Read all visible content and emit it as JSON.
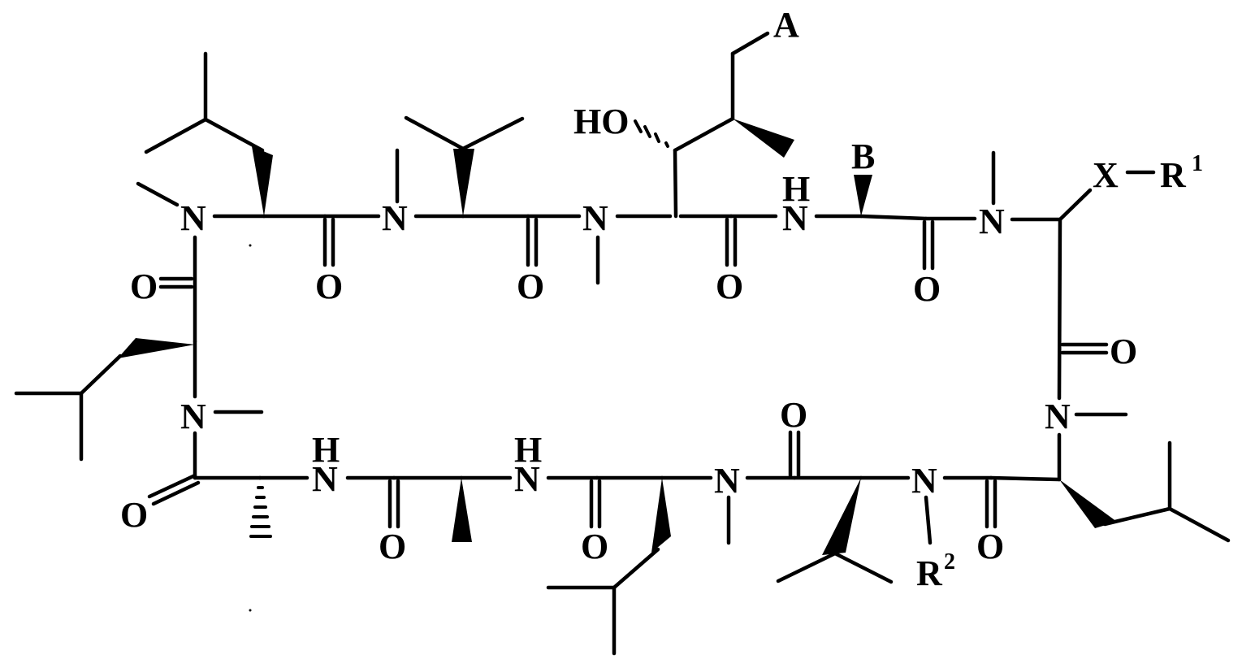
{
  "figure": {
    "type": "chemical-structure",
    "description": "Cyclic undecapeptide (cyclosporin-type) skeleton with variable substituents",
    "background_color": "#ffffff",
    "ink_color": "#000000"
  },
  "atom_labels": {
    "A": "A",
    "B": "B",
    "X": "X",
    "R1": "R",
    "R1_sup": "1",
    "R2": "R",
    "R2_sup": "2",
    "HO": "HO",
    "N": "N",
    "H": "H",
    "O": "O"
  },
  "substituents": [
    {
      "label": "A",
      "position": "terminal of side chain on residue 1 (MeBmt-like)"
    },
    {
      "label": "B",
      "position": "alpha substituent of residue 2"
    },
    {
      "label": "X-R1",
      "position": "alpha side chain of residue 3"
    },
    {
      "label": "R2",
      "position": "N-substituent of residue 11 (valine)"
    }
  ],
  "residues_top_row": [
    "MeLeu",
    "MeVal",
    "MeBmt-analog (HO, A)",
    "Abu-analog (B)",
    "Sar-analog (X-R1)"
  ],
  "residues_bottom_row": [
    "MeLeu",
    "D-Ala",
    "Ala",
    "MeLeu",
    "Val (N-R2)",
    "MeLeu"
  ]
}
